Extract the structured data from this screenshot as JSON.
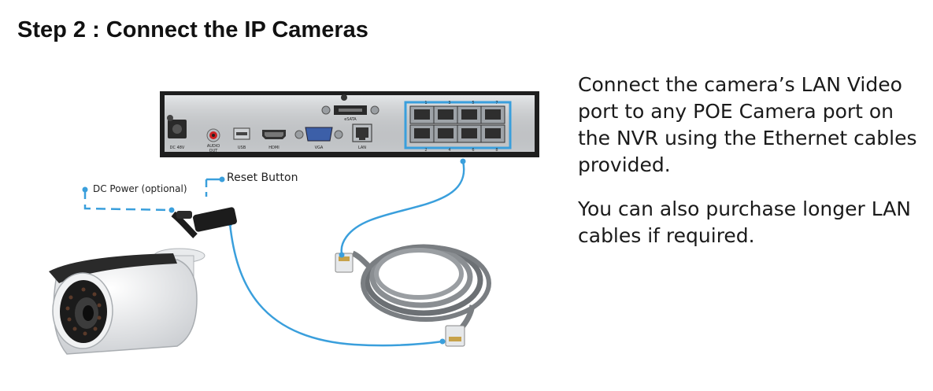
{
  "title": "Step 2 : Connect the IP Cameras",
  "instructions": [
    "Connect the camera’s LAN Video port to any POE Camera port on the NVR using the Ethernet cables provided.",
    "You can also purchase longer LAN cables if required."
  ],
  "callouts": {
    "dc_power": "DC Power (optional)",
    "reset_button": "Reset Button"
  },
  "nvr_labels": {
    "dc": "DC 48V",
    "audio_out_1": "AUDIO",
    "audio_out_2": "OUT",
    "usb": "USB",
    "hdmi": "HDMI",
    "vga": "VGA",
    "lan": "LAN",
    "esata": "eSATA",
    "port_numbers_top": [
      "1",
      "3",
      "5",
      "7"
    ],
    "port_numbers_bottom": [
      "2",
      "4",
      "6",
      "8"
    ]
  },
  "colors": {
    "accent": "#3a9fdc",
    "nvr_panel": "#d5d8db",
    "nvr_body": "#222222"
  }
}
